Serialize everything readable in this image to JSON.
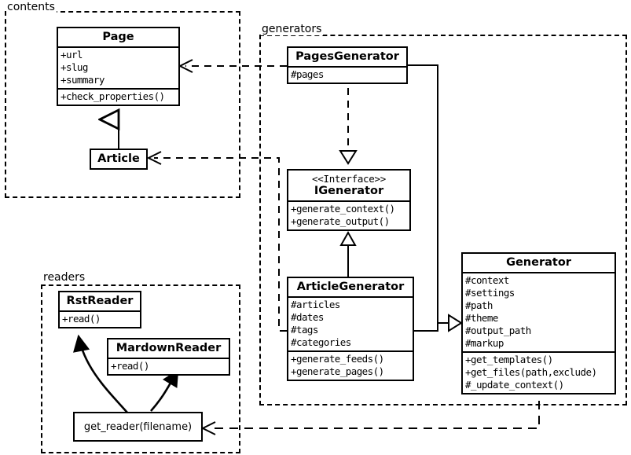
{
  "diagram": {
    "type": "uml-class-diagram",
    "packages": [
      {
        "id": "contents",
        "label": "contents"
      },
      {
        "id": "generators",
        "label": "generators"
      },
      {
        "id": "readers",
        "label": "readers"
      }
    ],
    "classes": [
      {
        "id": "page",
        "name": "Page",
        "stereotype": "",
        "attributes": [
          "+url",
          "+slug",
          "+summary"
        ],
        "methods": [
          "+check_properties()"
        ]
      },
      {
        "id": "article",
        "name": "Article",
        "stereotype": "",
        "attributes": [],
        "methods": []
      },
      {
        "id": "pagesgenerator",
        "name": "PagesGenerator",
        "stereotype": "",
        "attributes": [
          "#pages"
        ],
        "methods": []
      },
      {
        "id": "igenerator",
        "name": "IGenerator",
        "stereotype": "<<Interface>>",
        "attributes": [],
        "methods": [
          "+generate_context()",
          "+generate_output()"
        ]
      },
      {
        "id": "articlegenerator",
        "name": "ArticleGenerator",
        "stereotype": "",
        "attributes": [
          "#articles",
          "#dates",
          "#tags",
          "#categories"
        ],
        "methods": [
          "+generate_feeds()",
          "+generate_pages()"
        ]
      },
      {
        "id": "generator",
        "name": "Generator",
        "stereotype": "",
        "attributes": [
          "#context",
          "#settings",
          "#path",
          "#theme",
          "#output_path",
          "#markup"
        ],
        "methods": [
          "+get_templates()",
          "+get_files(path,exclude)",
          "#_update_context()"
        ]
      },
      {
        "id": "rstreader",
        "name": "RstReader",
        "stereotype": "",
        "attributes": [],
        "methods": [
          "+read()"
        ]
      },
      {
        "id": "mardownreader",
        "name": "MardownReader",
        "stereotype": "",
        "attributes": [],
        "methods": [
          "+read()"
        ]
      }
    ],
    "functions": [
      {
        "id": "get_reader",
        "label": "get_reader(filename)"
      }
    ],
    "relationships": [
      {
        "from": "article",
        "to": "page",
        "kind": "generalization"
      },
      {
        "from": "pagesgenerator",
        "to": "igenerator",
        "kind": "realization"
      },
      {
        "from": "articlegenerator",
        "to": "igenerator",
        "kind": "generalization"
      },
      {
        "from": "pagesgenerator",
        "to": "generator",
        "kind": "generalization"
      },
      {
        "from": "articlegenerator",
        "to": "generator",
        "kind": "generalization"
      },
      {
        "from": "pagesgenerator",
        "to": "page",
        "kind": "dependency"
      },
      {
        "from": "articlegenerator",
        "to": "article",
        "kind": "dependency"
      },
      {
        "from": "generator",
        "to": "get_reader",
        "kind": "dependency"
      },
      {
        "from": "get_reader",
        "to": "rstreader",
        "kind": "creates"
      },
      {
        "from": "get_reader",
        "to": "mardownreader",
        "kind": "creates"
      }
    ],
    "colors": {
      "stroke": "#000000",
      "background": "#ffffff"
    }
  }
}
